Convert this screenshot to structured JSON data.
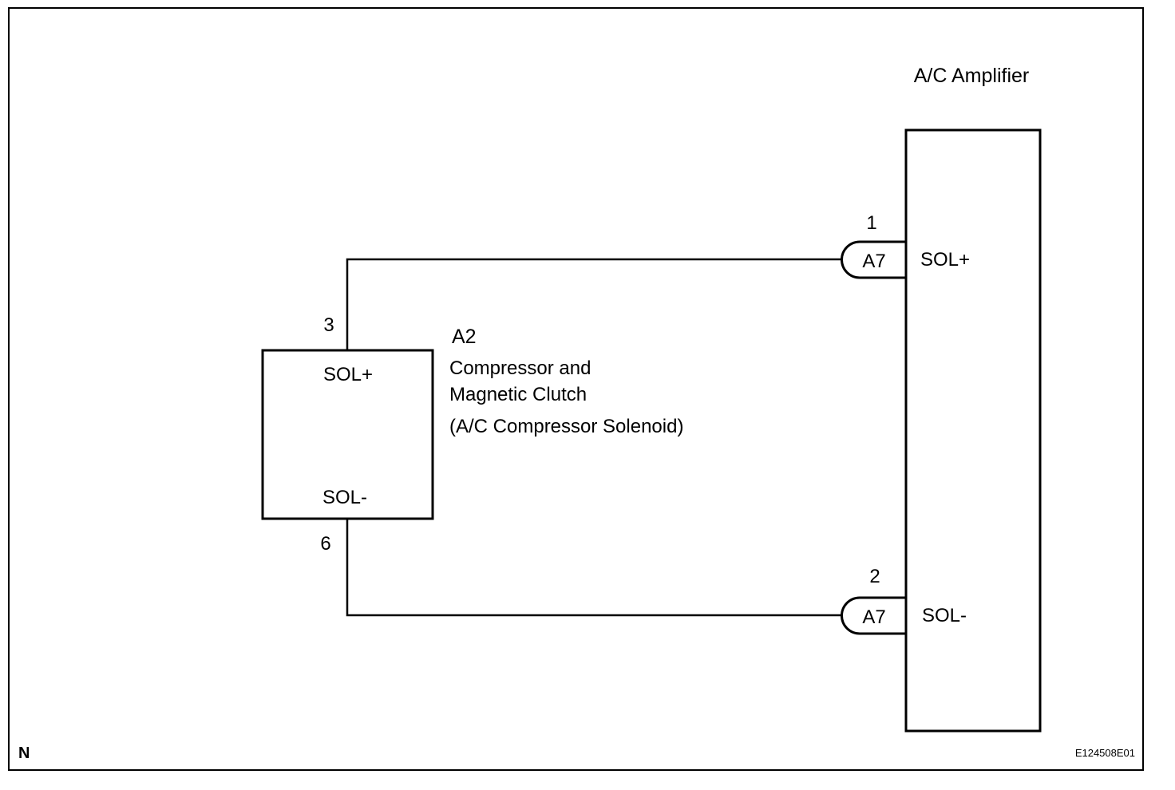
{
  "frame": {
    "corner_left": "N",
    "corner_right": "E124508E01"
  },
  "amplifier": {
    "title": "A/C Amplifier",
    "pin_top_label": "SOL+",
    "pin_bottom_label": "SOL-"
  },
  "component": {
    "code": "A2",
    "name_line1": "Compressor and",
    "name_line2": "Magnetic Clutch",
    "name_line3": "(A/C Compressor Solenoid)",
    "pin_top_label": "SOL+",
    "pin_bottom_label": "SOL-",
    "pin_top_number": "3",
    "pin_bottom_number": "6"
  },
  "connectors": {
    "top": {
      "code": "A7",
      "pin": "1"
    },
    "bottom": {
      "code": "A7",
      "pin": "2"
    }
  },
  "colors": {
    "line": "#000000",
    "background": "#ffffff"
  }
}
